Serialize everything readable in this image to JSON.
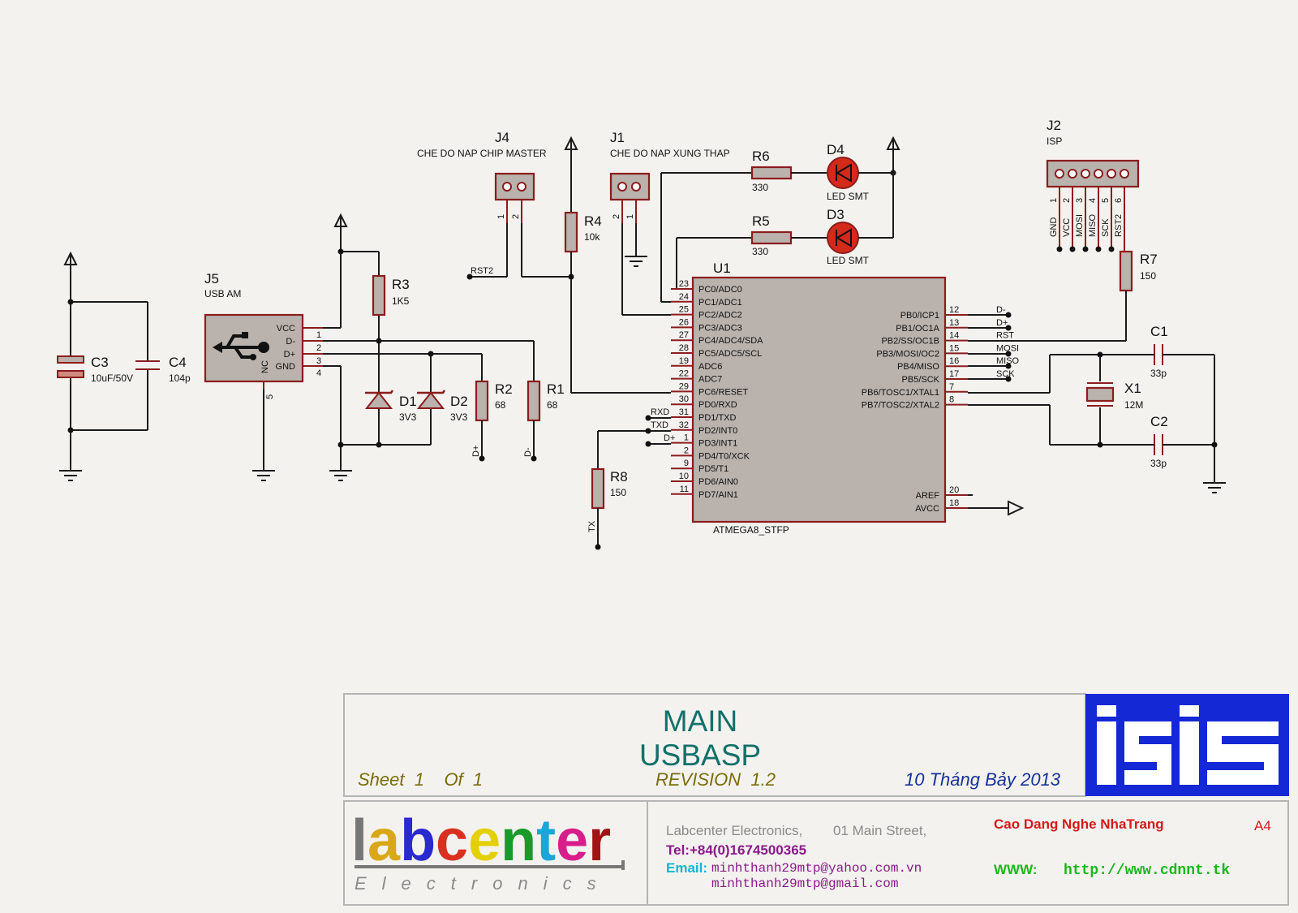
{
  "components": {
    "j4": {
      "ref": "J4",
      "desc": "CHE DO NAP CHIP MASTER"
    },
    "j1": {
      "ref": "J1",
      "desc": "CHE DO NAP XUNG THAP"
    },
    "j2": {
      "ref": "J2",
      "desc": "ISP"
    },
    "j5": {
      "ref": "J5",
      "desc": "USB AM"
    },
    "u1": {
      "ref": "U1",
      "part": "ATMEGA8_STFP"
    },
    "r1": {
      "ref": "R1",
      "value": "68"
    },
    "r2": {
      "ref": "R2",
      "value": "68"
    },
    "r3": {
      "ref": "R3",
      "value": "1K5"
    },
    "r4": {
      "ref": "R4",
      "value": "10k"
    },
    "r5": {
      "ref": "R5",
      "value": "330"
    },
    "r6": {
      "ref": "R6",
      "value": "330"
    },
    "r7": {
      "ref": "R7",
      "value": "150"
    },
    "r8": {
      "ref": "R8",
      "value": "150"
    },
    "c1": {
      "ref": "C1",
      "value": "33p"
    },
    "c2": {
      "ref": "C2",
      "value": "33p"
    },
    "c3": {
      "ref": "C3",
      "value": "10uF/50V"
    },
    "c4": {
      "ref": "C4",
      "value": "104p"
    },
    "d1": {
      "ref": "D1",
      "value": "3V3"
    },
    "d2": {
      "ref": "D2",
      "value": "3V3"
    },
    "d3": {
      "ref": "D3",
      "value": "LED SMT"
    },
    "d4": {
      "ref": "D4",
      "value": "LED SMT"
    },
    "x1": {
      "ref": "X1",
      "value": "12M"
    }
  },
  "u1_left_pins": [
    {
      "num": "23",
      "name": "PC0/ADC0"
    },
    {
      "num": "24",
      "name": "PC1/ADC1"
    },
    {
      "num": "25",
      "name": "PC2/ADC2"
    },
    {
      "num": "26",
      "name": "PC3/ADC3"
    },
    {
      "num": "27",
      "name": "PC4/ADC4/SDA"
    },
    {
      "num": "28",
      "name": "PC5/ADC5/SCL"
    },
    {
      "num": "19",
      "name": "ADC6"
    },
    {
      "num": "22",
      "name": "ADC7"
    },
    {
      "num": "29",
      "name": "PC6/RESET"
    },
    {
      "num": "30",
      "name": "PD0/RXD"
    },
    {
      "num": "31",
      "name": "PD1/TXD"
    },
    {
      "num": "32",
      "name": "PD2/INT0"
    },
    {
      "num": "1",
      "name": "PD3/INT1"
    },
    {
      "num": "2",
      "name": "PD4/T0/XCK"
    },
    {
      "num": "9",
      "name": "PD5/T1"
    },
    {
      "num": "10",
      "name": "PD6/AIN0"
    },
    {
      "num": "11",
      "name": "PD7/AIN1"
    }
  ],
  "u1_right_pins": [
    {
      "num": "12",
      "name": "PB0/ICP1"
    },
    {
      "num": "13",
      "name": "PB1/OC1A"
    },
    {
      "num": "14",
      "name": "PB2/SS/OC1B"
    },
    {
      "num": "15",
      "name": "PB3/MOSI/OC2"
    },
    {
      "num": "16",
      "name": "PB4/MISO"
    },
    {
      "num": "17",
      "name": "PB5/SCK"
    },
    {
      "num": "7",
      "name": "PB6/TOSC1/XTAL1"
    },
    {
      "num": "8",
      "name": "PB7/TOSC2/XTAL2"
    },
    {
      "num": "20",
      "name": "AREF"
    },
    {
      "num": "18",
      "name": "AVCC"
    }
  ],
  "u1_right_nets": [
    "D-",
    "D+",
    "RST",
    "MOSI",
    "MISO",
    "SCK"
  ],
  "u1_left_nets": [
    "RXD",
    "TXD",
    "D+"
  ],
  "j5_pins": [
    {
      "num": "1",
      "name": "VCC"
    },
    {
      "num": "2",
      "name": "D-"
    },
    {
      "num": "3",
      "name": "D+"
    },
    {
      "num": "4",
      "name": "GND"
    }
  ],
  "j5_extra": {
    "nc": "NC",
    "nc_pin": "5"
  },
  "j2_pins": [
    {
      "num": "1",
      "name": "GND"
    },
    {
      "num": "2",
      "name": "VCC"
    },
    {
      "num": "3",
      "name": "MOSI"
    },
    {
      "num": "4",
      "name": "MISO"
    },
    {
      "num": "5",
      "name": "SCK"
    },
    {
      "num": "6",
      "name": "RST2"
    }
  ],
  "jumper_pins": [
    "1",
    "2"
  ],
  "net_labels": {
    "rst2": "RST2",
    "dplus": "D+",
    "dminus": "D-",
    "tx": "TX"
  },
  "title_block": {
    "title": "MAIN USBASP",
    "sheet_word": "Sheet",
    "sheet_num": "1",
    "of_word": "Of",
    "of_num": "1",
    "revision_word": "REVISION",
    "revision": "1.2",
    "date": "10 Tháng Bảy 2013",
    "logo_text": "isis",
    "company_logo": "labcenter",
    "company_sub": "Electronics",
    "company": "Labcenter Electronics,",
    "address": "01 Main Street,",
    "tel": "Tel:+84(0)1674500365",
    "email_label": "Email:",
    "email1": "minhthanh29mtp@yahoo.com.vn",
    "email2": "minhthanh29mtp@gmail.com",
    "school": "Cao Dang Nghe NhaTrang",
    "size": "A4",
    "www_label": "WWW:",
    "url": "http://www.cdnnt.tk"
  }
}
